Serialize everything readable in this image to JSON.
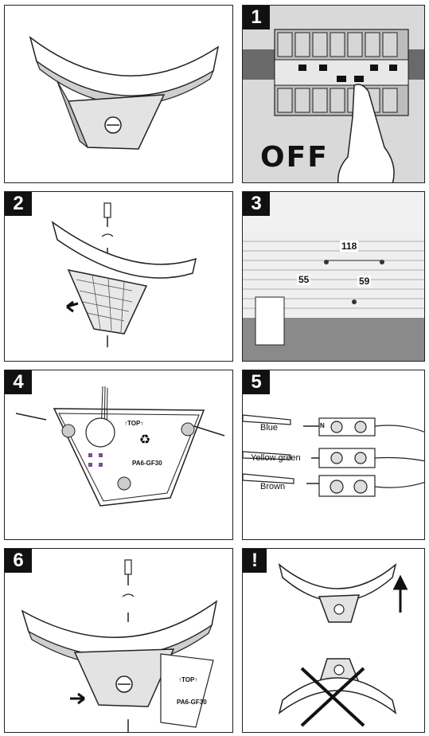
{
  "steps": {
    "step1": {
      "badge": "1",
      "state_label": "OFF"
    },
    "step2": {
      "badge": "2"
    },
    "step3": {
      "badge": "3",
      "dim_horizontal": "118",
      "dim_left": "55",
      "dim_right": "59"
    },
    "step4": {
      "badge": "4",
      "top_mark": "↑TOP↑",
      "part_code": "PA6-GF30"
    },
    "step5": {
      "badge": "5",
      "wire_blue": "Blue",
      "wire_yellow_green": "Yellow green",
      "wire_brown": "Brown",
      "terminal_n": "N"
    },
    "step6": {
      "badge": "6",
      "top_mark_small": "↑TOP↑",
      "part_code_small": "PA6-GF30"
    },
    "warning": {
      "badge": "!"
    }
  },
  "colors": {
    "line": "#222222",
    "shade": "#cfcfcf",
    "dark": "#111111",
    "wall": "#e6e6e6"
  }
}
